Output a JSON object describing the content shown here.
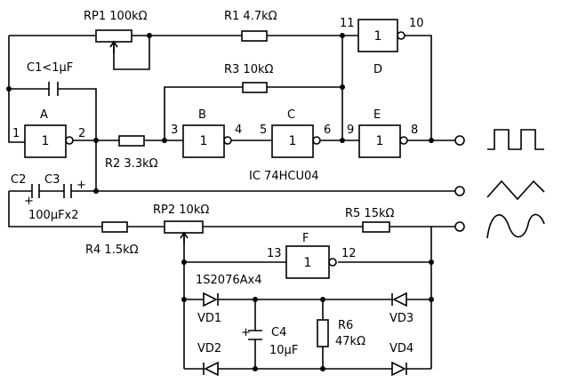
{
  "components": {
    "rp1": "RP1  100kΩ",
    "r1": "R1  4.7kΩ",
    "r3": "R3  10kΩ",
    "c1": "C1<1μF",
    "r2": "R2  3.3kΩ",
    "ic": "IC  74HCU04",
    "c2": "C2",
    "c3": "C3",
    "c23_value": "100μFx2",
    "rp2": "RP2  10kΩ",
    "r5": "R5  15kΩ",
    "r4": "R4  1.5kΩ",
    "diodes": "1S2076Ax4",
    "vd1": "VD1",
    "vd2": "VD2",
    "vd3": "VD3",
    "vd4": "VD4",
    "c4": "C4",
    "c4_value": "10μF",
    "r6": "R6",
    "r6_value": "47kΩ"
  },
  "gates": {
    "a": "A",
    "b": "B",
    "c": "C",
    "d": "D",
    "e": "E",
    "f": "F",
    "symbol": "1"
  },
  "pins": {
    "p1": "1",
    "p2": "2",
    "p3": "3",
    "p4": "4",
    "p5": "5",
    "p6": "6",
    "p8": "8",
    "p9": "9",
    "p10": "10",
    "p11": "11",
    "p12": "12",
    "p13": "13"
  },
  "polarity": {
    "plus": "+"
  }
}
